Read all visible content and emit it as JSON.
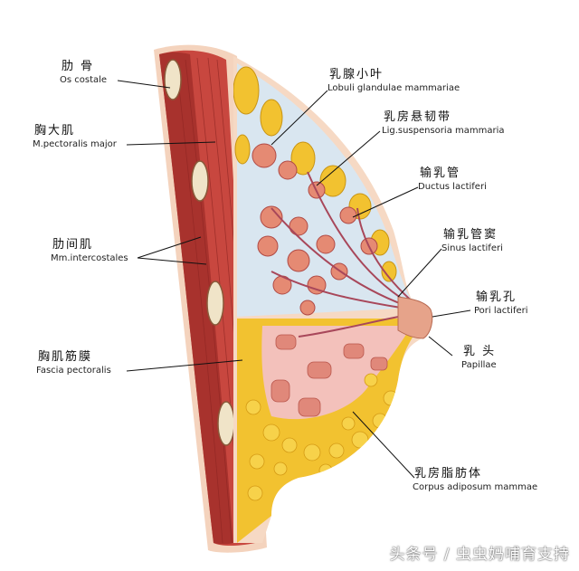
{
  "labels": {
    "os_costale": {
      "cn": "肋  骨",
      "en": "Os costale"
    },
    "pectoralis_major": {
      "cn": "胸大肌",
      "en": "M.pectoralis major"
    },
    "intercostales": {
      "cn": "肋间肌",
      "en": "Mm.intercostales"
    },
    "fascia_pectoralis": {
      "cn": "胸肌筋膜",
      "en": "Fascia pectoralis"
    },
    "lobuli": {
      "cn": "乳腺小叶",
      "en": "Lobuli glandulae mammariae"
    },
    "lig_suspensoria": {
      "cn": "乳房悬韧带",
      "en": "Lig.suspensoria mammaria"
    },
    "ductus": {
      "cn": "输乳管",
      "en": "Ductus lactiferi"
    },
    "sinus": {
      "cn": "输乳管窦",
      "en": "Sinus lactiferi"
    },
    "pori": {
      "cn": "输乳孔",
      "en": "Pori lactiferi"
    },
    "papillae": {
      "cn": "乳  头",
      "en": "Papillae"
    },
    "corpus": {
      "cn": "乳房脂肪体",
      "en": "Corpus adiposum mammae"
    }
  },
  "watermark": "头条号 / 虫虫妈哺育支持",
  "colors": {
    "muscle": "#c8473f",
    "muscle_dark": "#9e2a27",
    "skin": "#f2c9b0",
    "fat": "#f2c230",
    "gland": "#e58a73",
    "duct": "#a8475a",
    "connective": "#cfe0ee"
  }
}
